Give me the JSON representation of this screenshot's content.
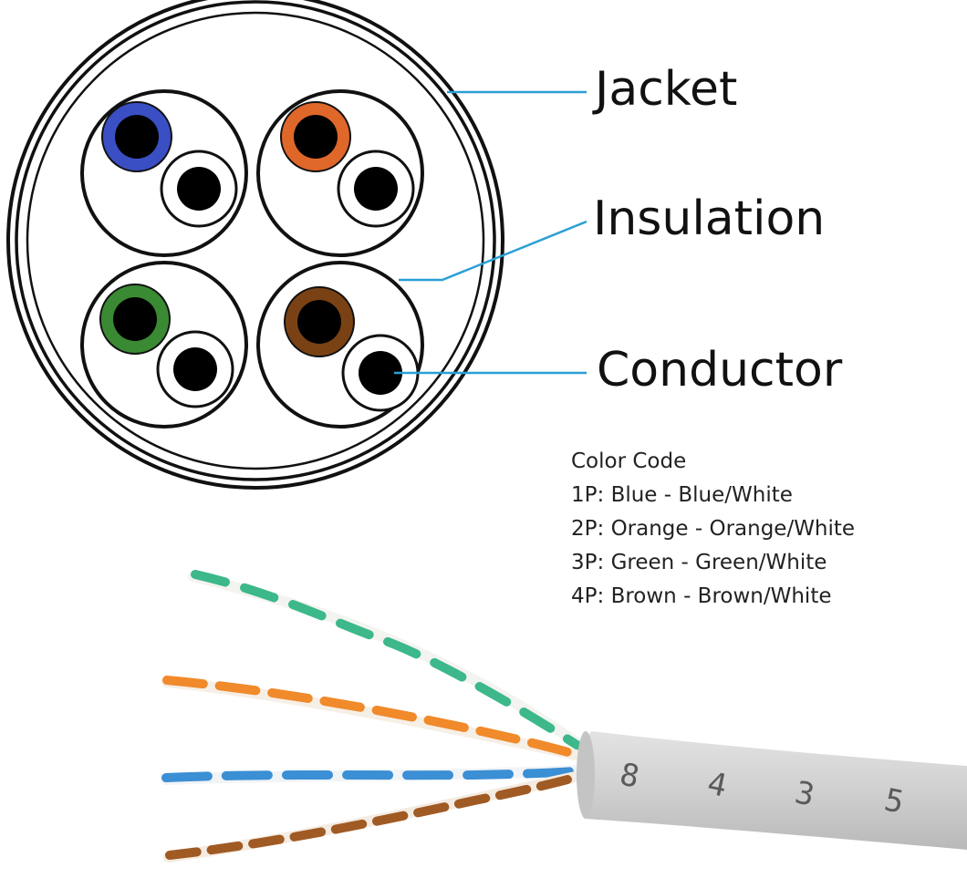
{
  "labels": {
    "jacket": "Jacket",
    "insulation": "Insulation",
    "conductor": "Conductor"
  },
  "legend": {
    "title": "Color Code",
    "items": [
      "1P: Blue - Blue/White",
      "2P: Orange - Orange/White",
      "3P: Green - Green/White",
      "4P: Brown - Brown/White"
    ]
  },
  "cable_marking": [
    "8",
    "4",
    "3",
    "5"
  ],
  "colors": {
    "blue": "#3a4fc4",
    "orange": "#e0672a",
    "green": "#3a8a34",
    "brown": "#7a4214",
    "leader_line": "#2a9fd6",
    "jacket_gray": "#cfcfcf",
    "outline": "#111111"
  }
}
